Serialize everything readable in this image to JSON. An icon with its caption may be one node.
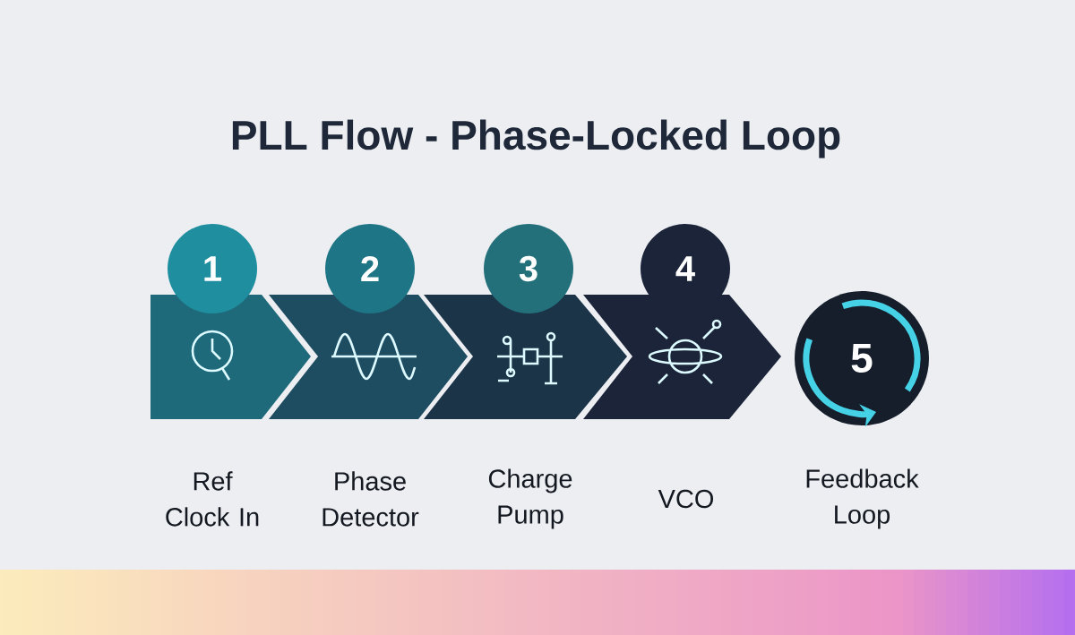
{
  "diagram": {
    "title": "PLL Flow - Phase-Locked Loop",
    "nodes": [
      {
        "text": [
          "1"
        ]
      },
      {
        "text": [
          "2"
        ]
      },
      {
        "text": [
          "3"
        ]
      },
      {
        "text": [
          "4"
        ]
      },
      {
        "text": [
          "5"
        ]
      }
    ],
    "labels": [
      "Ref Clock In",
      "Phase Detector",
      "Charge Pump",
      "VCO",
      "Feedback Loop"
    ]
  }
}
